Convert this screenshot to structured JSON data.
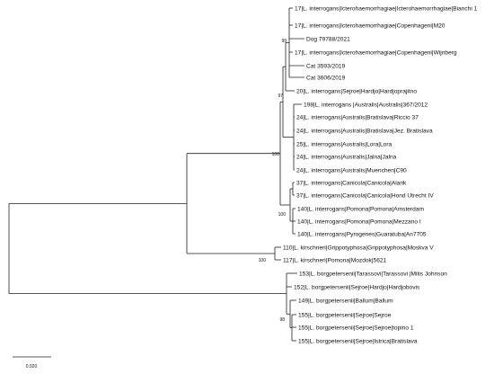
{
  "tree": {
    "taxa": [
      "17|L. interrogans|Icterohaemorrhagiae|Icterohaemorrhagiae|Bianchi 1",
      "17|L. interrogans|Icterohaemorrhagiae|Copenhageni|M20",
      "Dog 79788/2021",
      "17|L. interrogans|Icterohaemorrhagiae|Copenhageni|Wijnberg",
      "Cat 3593/2019",
      "Cat 3606/2019",
      "20|L. interrogans|Sejroe|Hardjo|Hardjoprajitno",
      "198|L. interrogans |Australis|Australis|367/2012",
      "24|L. interrogans|Australis|Bratislava|Riccio 37",
      "24|L. interrogans|Australis|Bratislava|Jez. Bratislava",
      "25|L. interrogans|Australis|Lora|Lora",
      "24|L. interrogans|Australis|Jalna|Jalna",
      "24|L. interrogans|Australis|Muenchen|C90",
      "37|L. interrogans|Canicola|Canicola|Alarik",
      "37|L. interrogans|Canicola|Canicola|Hond Utrecht IV",
      "140|L. interrogans|Pomona|Pomona|Amsterdam",
      "140|L. interrogans|Pomona|Pomona|Mezzano I",
      "140|L. interrogans|Pyrogenes|Guaratuba|An7705",
      "110|L. kirschneri|Grippotyphosa|Grippotyphosa|Moskva V",
      "117|L. kirschneri|Pomona|Mozdok|5621",
      "153|L. borgpetersenii|Tarassovi|Tarassovi |Mitis Johnson",
      "152|L. borgpetersenii|Sejroe|Hardjo|Hardjobovis",
      "149|L. borgpetersenii|Ballum|Ballum",
      "155|L. borgpetersenii|Sejroe|Sejroe",
      "155|L. borgpetersenii|Sejroe|Sejroe|topino 1",
      "155|L. borgpetersenii|Sejroe|Istrica|Bratislava"
    ],
    "bootstrap": [
      "99",
      "97",
      "100",
      "100",
      "100",
      "98"
    ],
    "scale_label": "0.020"
  }
}
